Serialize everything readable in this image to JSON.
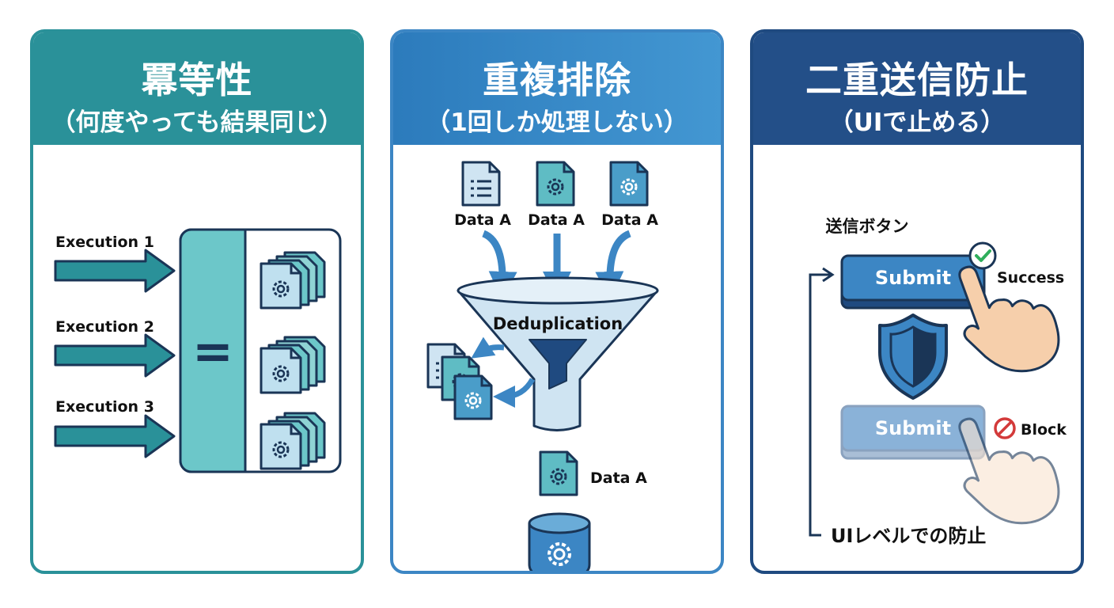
{
  "panels": [
    {
      "title": "冪等性",
      "subtitle": "（何度やっても結果同じ）",
      "executions": [
        "Execution 1",
        "Execution 2",
        "Execution 3"
      ],
      "equals": "="
    },
    {
      "title": "重複排除",
      "subtitle": "（1回しか処理しない）",
      "inputs": [
        "Data A",
        "Data A",
        "Data A"
      ],
      "filter_label": "Deduplication",
      "output": "Data A"
    },
    {
      "title": "二重送信防止",
      "subtitle": "（UIで止める）",
      "button_caption": "送信ボタン",
      "submit_active": "Submit",
      "success": "Success",
      "submit_disabled": "Submit",
      "block": "Block",
      "ui_level": "UIレベルでの防止"
    }
  ],
  "colors": {
    "teal": "#2a9199",
    "teal_light": "#6cc7c9",
    "blue": "#3c86c4",
    "navy": "#1f4a80",
    "dark_navy": "#1a3556",
    "success_green": "#2fae5c",
    "block_red": "#d33a3a"
  }
}
